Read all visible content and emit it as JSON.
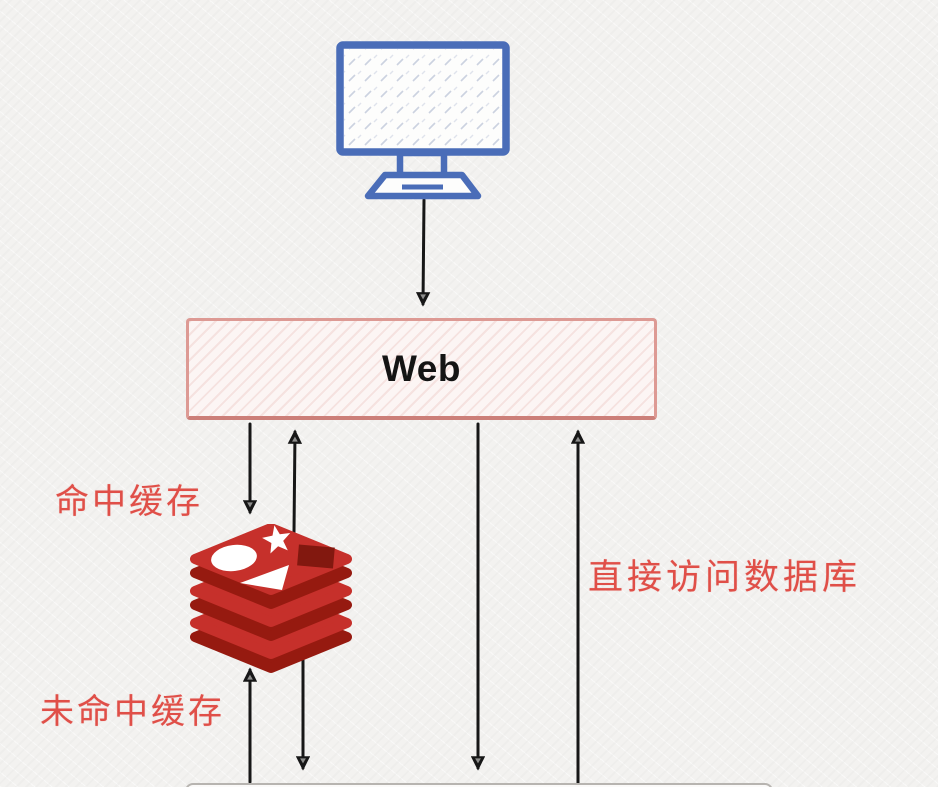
{
  "diagram": {
    "nodes": {
      "client": {
        "icon": "monitor-icon"
      },
      "web": {
        "label": "Web"
      },
      "cache": {
        "icon": "redis-logo-icon"
      },
      "database": {
        "icon": "database-box"
      }
    },
    "annotations": {
      "cache_hit": "命中缓存",
      "cache_miss": "未命中缓存",
      "direct_db_access": "直接访问数据库"
    },
    "flows": [
      {
        "from": "client",
        "to": "web",
        "direction": "down"
      },
      {
        "from": "web",
        "to": "cache",
        "direction": "down",
        "label_key": "cache_hit"
      },
      {
        "from": "cache",
        "to": "web",
        "direction": "up"
      },
      {
        "from": "database",
        "to": "cache",
        "direction": "up"
      },
      {
        "from": "cache",
        "to": "database",
        "direction": "down",
        "label_key": "cache_miss"
      },
      {
        "from": "web",
        "to": "database",
        "direction": "down",
        "label_key": "direct_db_access"
      },
      {
        "from": "database",
        "to": "web",
        "direction": "up"
      }
    ],
    "colors": {
      "monitor_blue": "#4a6db8",
      "web_border": "#dd9a94",
      "web_fill": "#fcf5f4",
      "redis_red": "#c6302b",
      "redis_dark_red": "#961a10",
      "redis_square_dark": "#82180f",
      "label_red": "#e04f48",
      "arrow_black": "#171717",
      "db_border_gray": "#b7b4b0",
      "background": "#f3f2f0"
    }
  }
}
